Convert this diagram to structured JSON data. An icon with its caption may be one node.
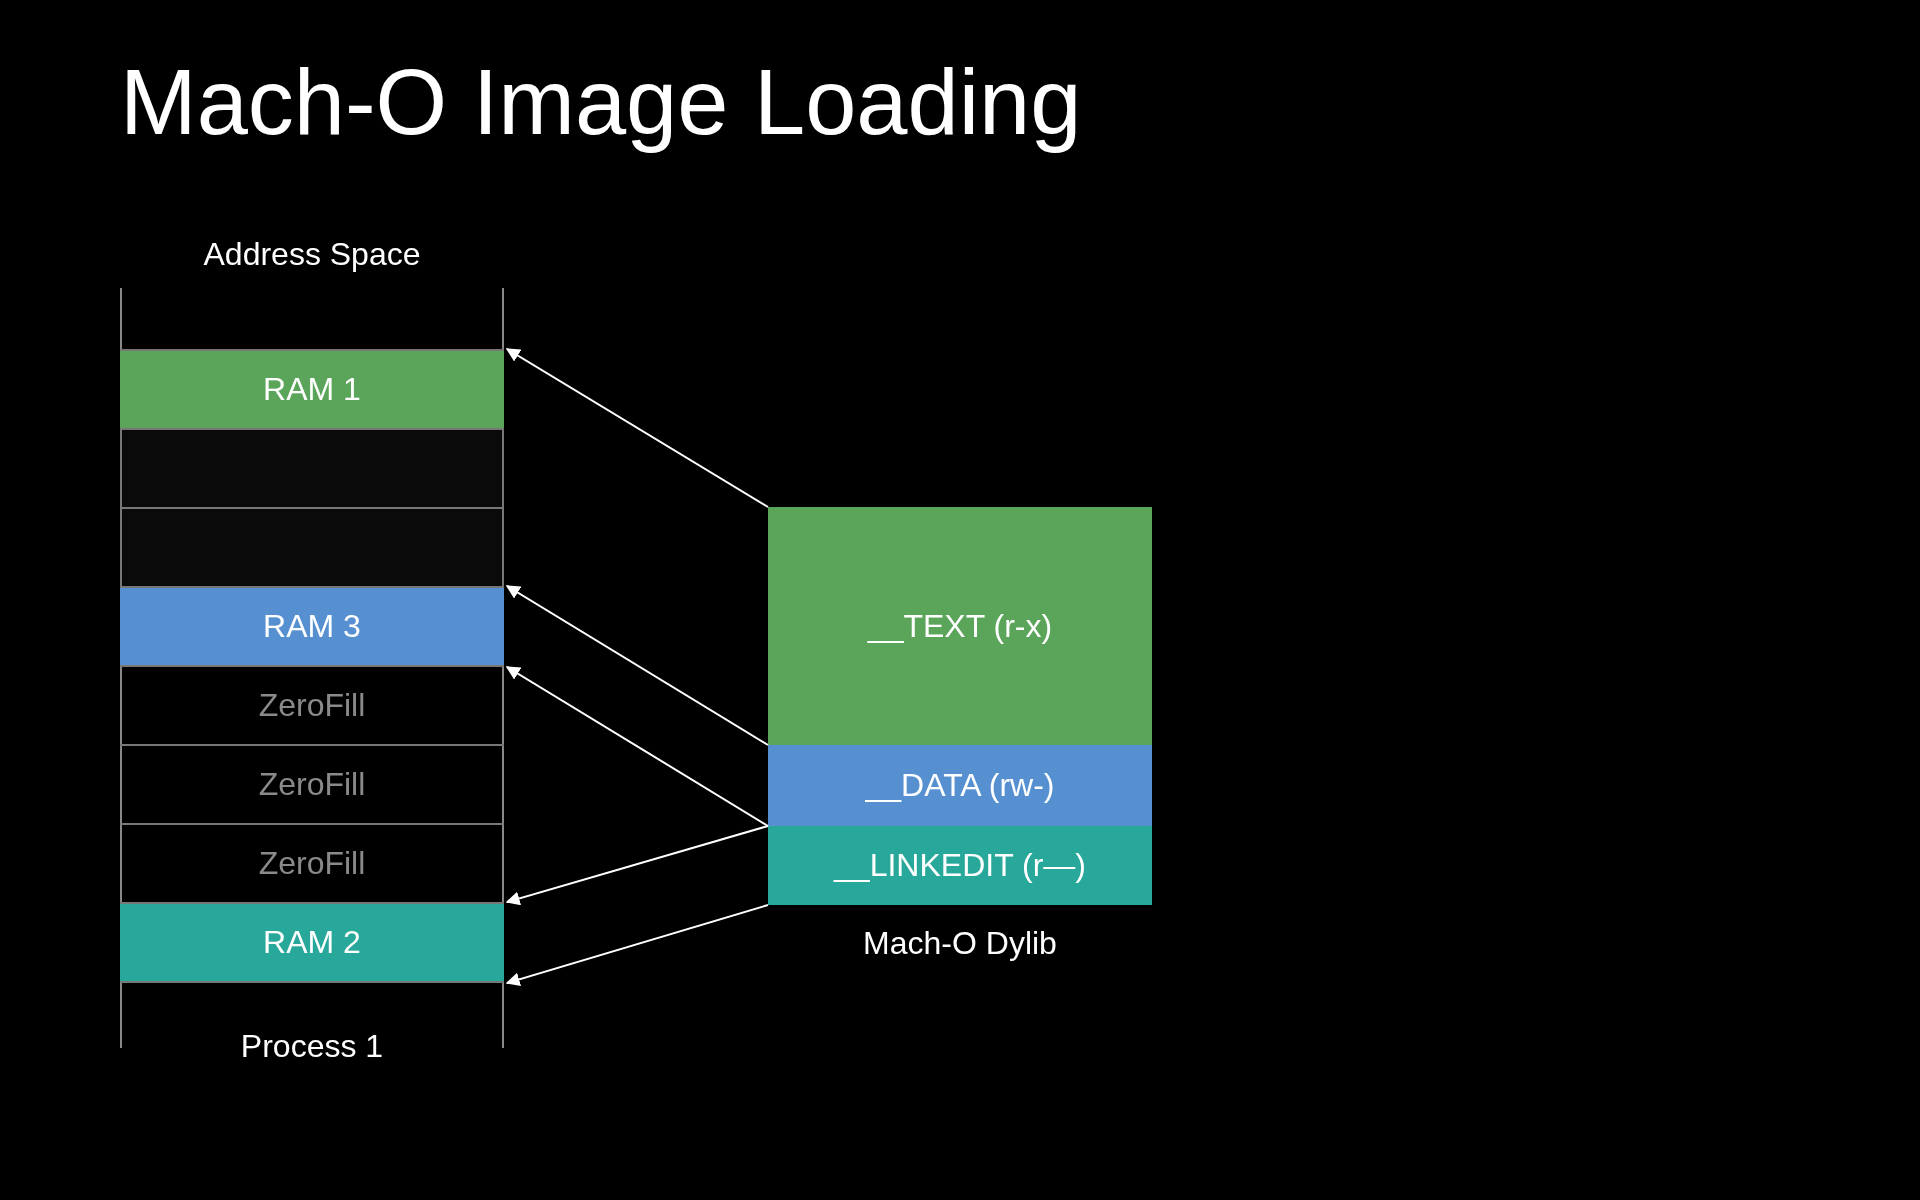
{
  "diagram": {
    "title": "Mach-O Image Loading",
    "nodes": [
      {
        "text": [
          "Address Space"
        ],
        "beside": [
          "Process 1"
        ]
      },
      {
        "text": [
          "RAM 1"
        ],
        "in": 0
      },
      {
        "text": [],
        "shape": "box",
        "in": 0
      },
      {
        "text": [],
        "shape": "box",
        "in": 0
      },
      {
        "text": [
          "RAM 3"
        ],
        "in": 0
      },
      {
        "text": [
          "ZeroFill"
        ],
        "in": 0
      },
      {
        "text": [
          "ZeroFill"
        ],
        "in": 0
      },
      {
        "text": [
          "ZeroFill"
        ],
        "in": 0
      },
      {
        "text": [
          "RAM 2"
        ],
        "in": 0
      },
      {
        "text": [
          "Mach-O Dylib"
        ]
      },
      {
        "text": [
          "__TEXT (r-x)"
        ],
        "in": 9
      },
      {
        "text": [
          "__DATA (rw-)"
        ],
        "in": 9
      },
      {
        "text": [
          "__LINKEDIT (r—)"
        ],
        "in": 9
      }
    ],
    "edges": [
      {
        "from": 10,
        "to": 1,
        "arrow": "to"
      },
      {
        "from": 11,
        "to": 4,
        "arrow": "to"
      },
      {
        "from": 11,
        "to": 4,
        "arrow": "to"
      },
      {
        "from": 12,
        "to": 8,
        "arrow": "to"
      },
      {
        "from": 12,
        "to": 8,
        "arrow": "to"
      }
    ]
  }
}
